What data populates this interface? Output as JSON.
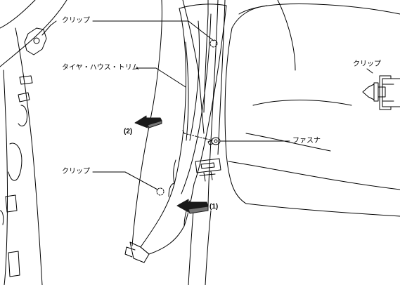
{
  "labels": {
    "clip_top": "クリップ",
    "tire_house_trim": "タイヤ・ハウス・トリム",
    "clip_bottom": "クリップ",
    "fastener": "ファスナ",
    "clip_detail": "クリップ",
    "step_1": "(1)",
    "step_2": "(2)"
  },
  "colors": {
    "line": "#000000",
    "arrow": "#1a1a1a",
    "background": "#ffffff"
  }
}
